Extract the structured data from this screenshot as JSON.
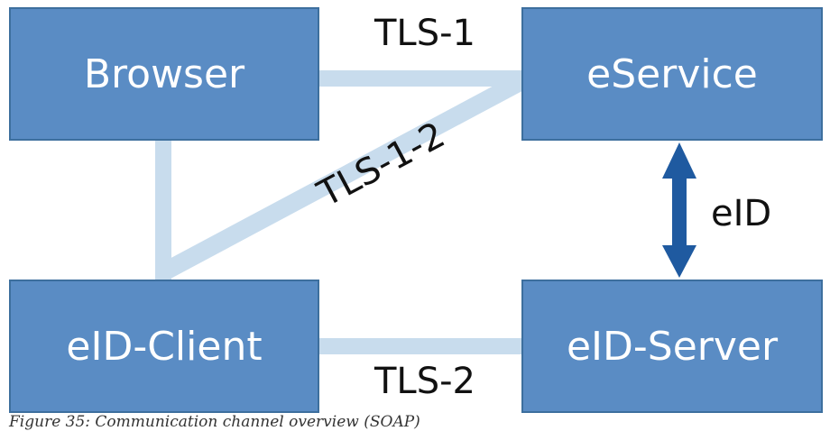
{
  "nodes": {
    "browser": "Browser",
    "eservice": "eService",
    "eid_client": "eID-Client",
    "eid_server": "eID-Server"
  },
  "connections": {
    "tls1": "TLS-1",
    "tls12": "TLS-1-2",
    "tls2": "TLS-2",
    "eid": "eID"
  },
  "caption": "Figure 35: Communication channel overview (SOAP)",
  "colors": {
    "box_fill": "#5a8cc4",
    "box_border": "#3d6f9e",
    "link_fill": "#c8dced",
    "arrow": "#1f5aa0"
  }
}
